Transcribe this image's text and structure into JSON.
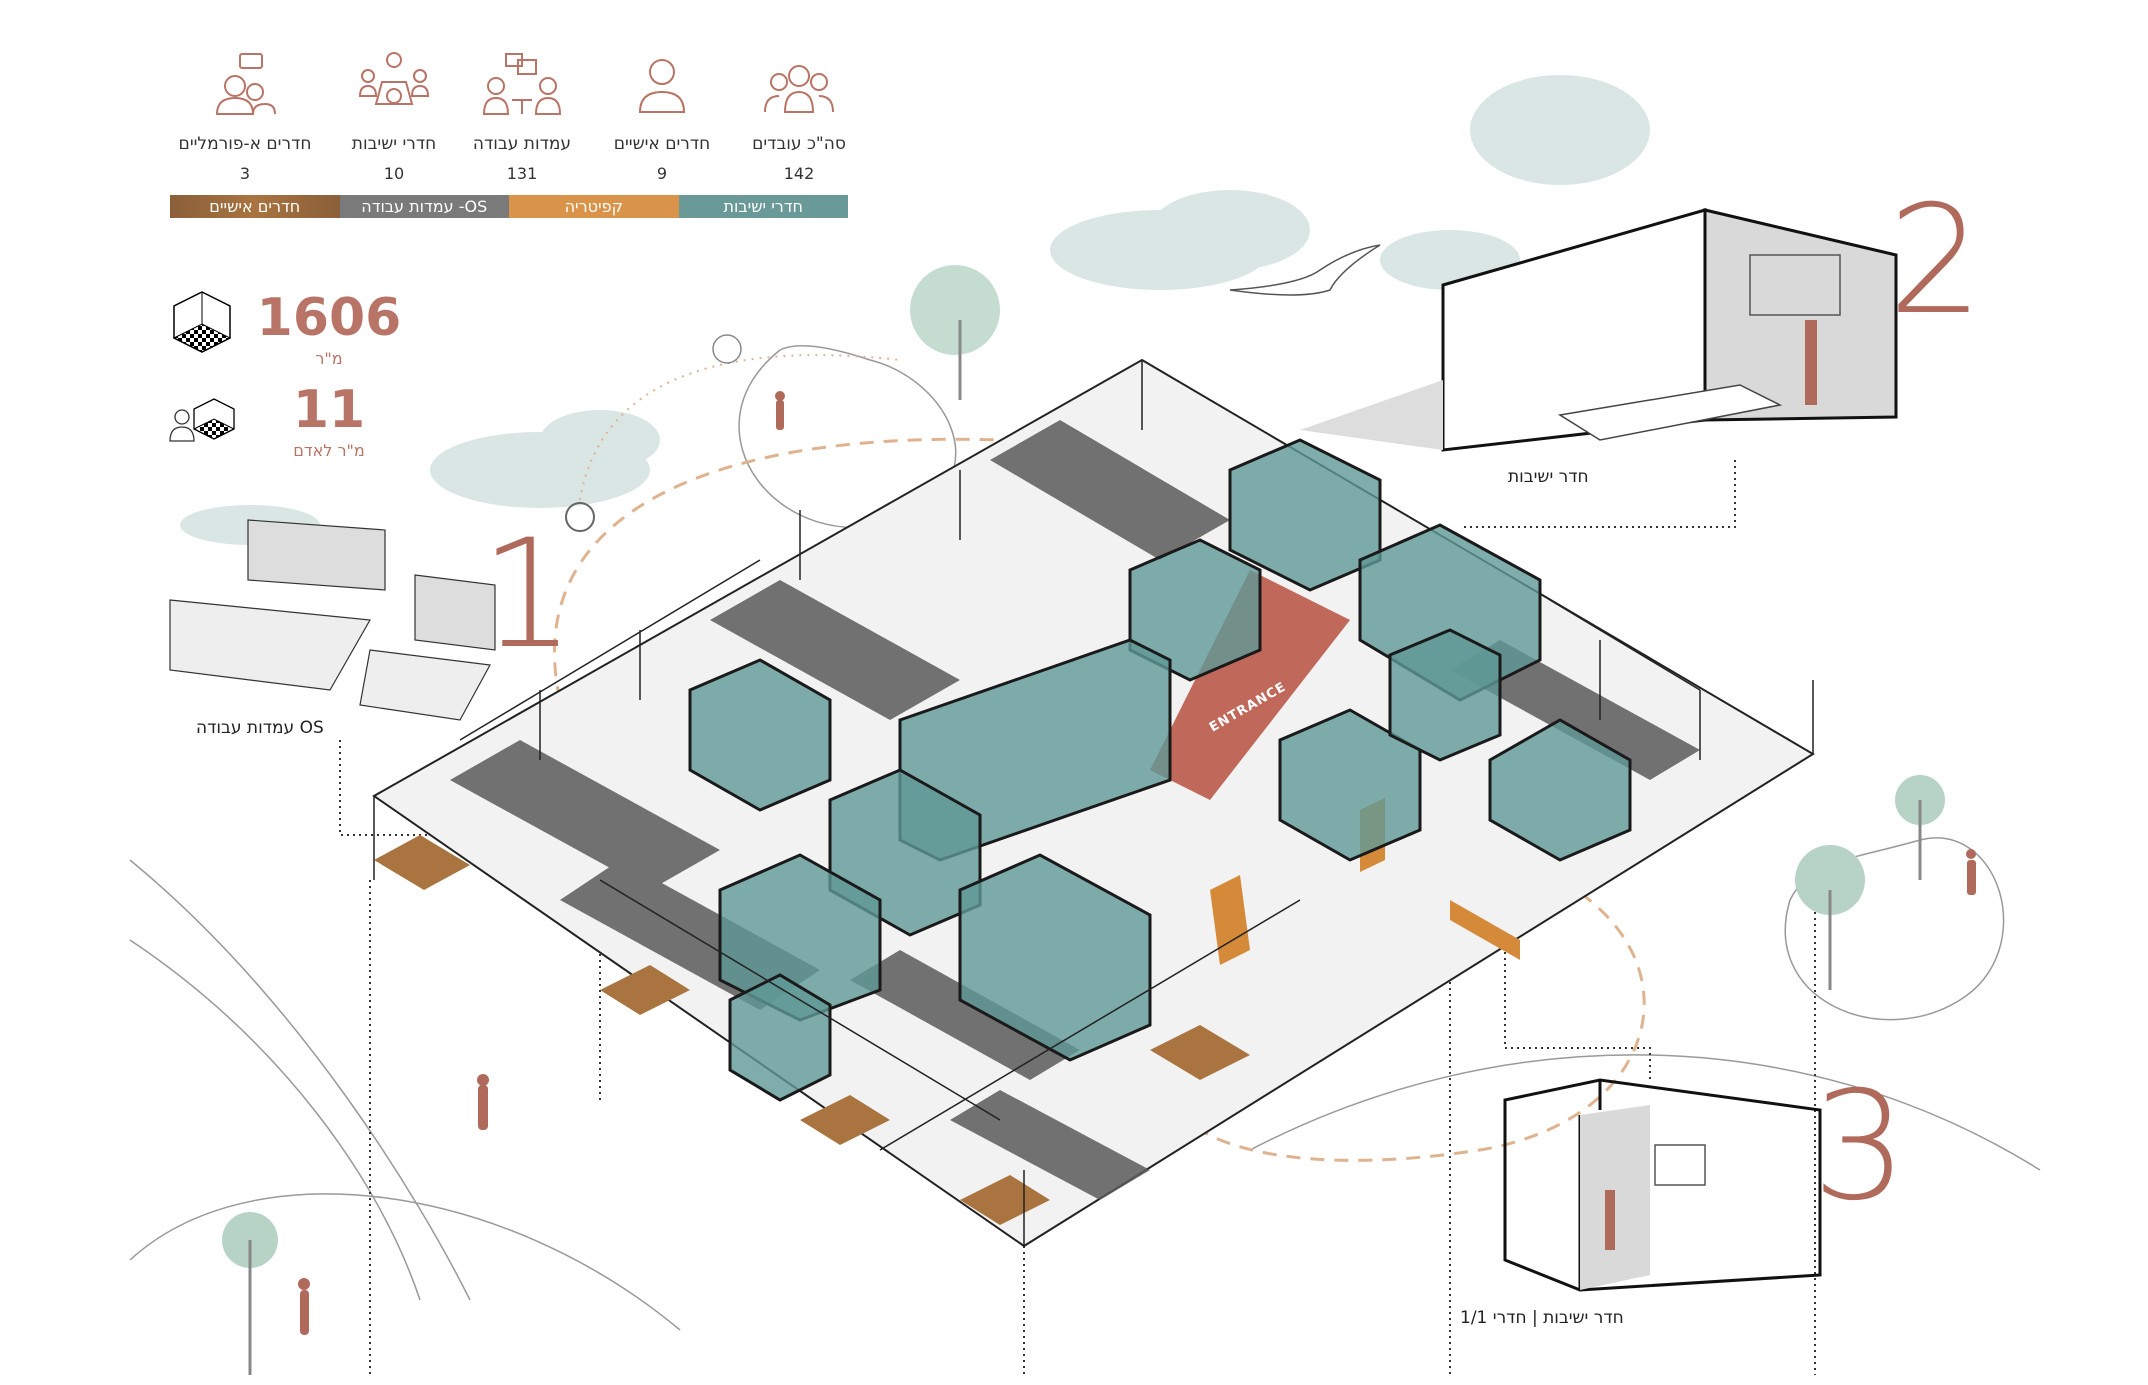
{
  "stats": [
    {
      "label": "חדרים א-פורמליים",
      "value": "3",
      "icon": "informal-chat-people-icon"
    },
    {
      "label": "חדרי ישיבות",
      "value": "10",
      "icon": "meeting-table-people-icon"
    },
    {
      "label": "עמדות עבודה",
      "value": "131",
      "icon": "workstation-discussion-icon"
    },
    {
      "label": "חדרים אישיים",
      "value": "9",
      "icon": "single-person-icon"
    },
    {
      "label": "סה\"כ עובדים",
      "value": "142",
      "icon": "group-people-icon"
    }
  ],
  "legend": [
    {
      "label": "חדרים אישיים",
      "color": "#8a5f3a"
    },
    {
      "label": "OS- עמדות עבודה",
      "color": "#7a7a7a"
    },
    {
      "label": "קפיטריה",
      "color": "#d9944a"
    },
    {
      "label": "חדרי ישיבות",
      "color": "#6a9a98"
    }
  ],
  "area": {
    "value": "1606",
    "unit": "מ\"ר"
  },
  "per_person": {
    "value": "11",
    "unit": "מ\"ר לאדם"
  },
  "callouts": [
    {
      "number": "1",
      "caption": "OS עמדות עבודה"
    },
    {
      "number": "2",
      "caption": "חדר ישיבות"
    },
    {
      "number": "3",
      "caption": "חדר ישיבות | חדרי 1/1"
    }
  ],
  "entrance_label": "ENTRANCE",
  "colors": {
    "accent": "#b87466",
    "teal": "#5f9896",
    "orange": "#d58a3a",
    "entrance": "#c0685a",
    "wood": "#a9743f"
  }
}
